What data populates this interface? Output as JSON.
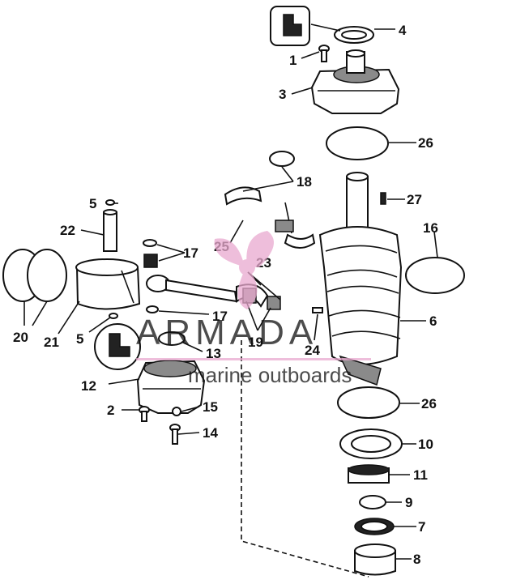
{
  "diagram": {
    "labels": {
      "l1": "1",
      "l2": "2",
      "l3": "3",
      "l4": "4",
      "l5a": "5",
      "l5b": "5",
      "l6": "6",
      "l7": "7",
      "l8": "8",
      "l9": "9",
      "l10": "10",
      "l11": "11",
      "l12": "12",
      "l13": "13",
      "l14": "14",
      "l15": "15",
      "l16": "16",
      "l17a": "17",
      "l17b": "17",
      "l18": "18",
      "l19": "19",
      "l20": "20",
      "l21": "21",
      "l22": "22",
      "l23": "23",
      "l24": "24",
      "l25": "25",
      "l26a": "26",
      "l26b": "26",
      "l27": "27"
    }
  },
  "watermark": {
    "brand": "ARMADA",
    "tagline": "marine outboards",
    "logo_color": "#e9a9cf"
  }
}
